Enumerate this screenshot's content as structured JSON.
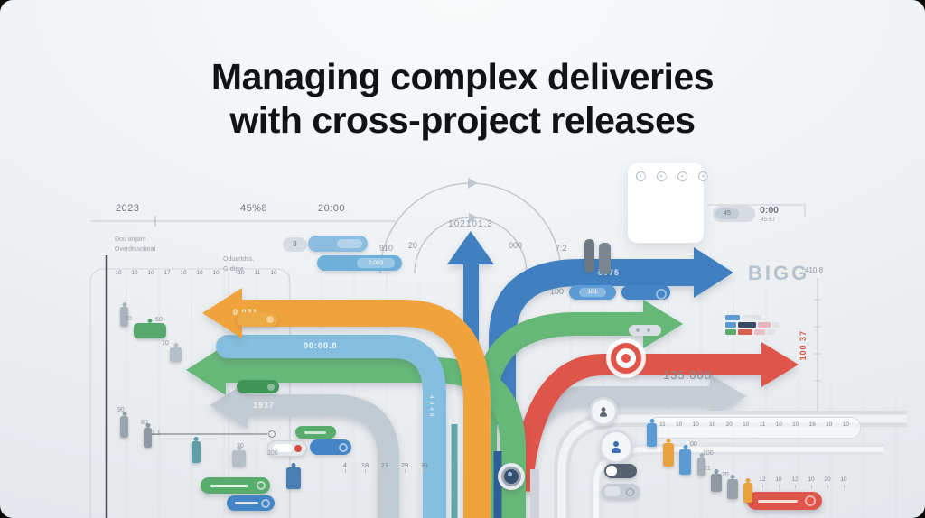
{
  "title": {
    "line1": "Managing complex deliveries",
    "line2": "with cross-project releases"
  },
  "topStats": {
    "s1": "2023",
    "s2": "45%8",
    "s3": "20:00"
  },
  "notes": {
    "n1a": "Dou argam",
    "n1b": "Overdtssolaral",
    "n2a": "Oduartdss,",
    "n2b": "Grdtjse"
  },
  "arc": {
    "label": "102101.3",
    "t0": "910",
    "t1": "20",
    "t2": "000",
    "t3": "7:2"
  },
  "ribbonLabels": {
    "orange": "0.031",
    "lightblue": "00:00.0",
    "grayLeft": "1937",
    "blueRight": "5075",
    "vertical": "4848"
  },
  "badges": {
    "chip8": "8",
    "cap2003": "2.003",
    "hundred": "100",
    "pill101": "101",
    "timerBadge": "45",
    "timerValue": "0:00",
    "timerSub": "45.67",
    "big": "BIGG",
    "rightTop": "410.8",
    "rightVertical": "100 37",
    "redValue": "135.008"
  },
  "legend": {
    "items": [
      {
        "color": "#eaa83e"
      },
      {
        "color": "#bcc5ce"
      },
      {
        "color": "#3f80c1"
      },
      {
        "color": "#e2574b"
      }
    ]
  },
  "rulers": {
    "topLeftA": [
      "10",
      "10",
      "10",
      "17",
      "10",
      "10",
      "10"
    ],
    "topLeftB": [
      "10",
      "11",
      "10"
    ],
    "bottomRight": [
      "11",
      "10",
      "10",
      "10",
      "20",
      "10",
      "11",
      "10",
      "10",
      "16",
      "10",
      "10"
    ],
    "bottomRight2": [
      "12",
      "10",
      "12",
      "10",
      "20",
      "10"
    ],
    "bottomLeft": [
      "4",
      "18",
      "21",
      "29",
      "31"
    ]
  },
  "stairs": {
    "s1": "10",
    "s2": "60",
    "s3": "10",
    "s4": "90",
    "s5": "80",
    "s6": "1.1",
    "s7": "20",
    "s8": "200",
    "s9": "00",
    "s10": "100",
    "s11": "21",
    "s12": "20"
  },
  "miniChart": {
    "row1": [
      {
        "color": "#5b9bd5",
        "w": 16
      },
      {
        "color": "#dfe3e7",
        "w": 22
      }
    ],
    "row2": [
      {
        "color": "#5b9bd5",
        "w": 12
      },
      {
        "color": "#3a4a66",
        "w": 20
      },
      {
        "color": "#e8b4c0",
        "w": 14
      },
      {
        "color": "#dfe3e7",
        "w": 8
      }
    ],
    "row3": [
      {
        "color": "#58ad6d",
        "w": 12
      },
      {
        "color": "#d95f55",
        "w": 16
      },
      {
        "color": "#e8c0c8",
        "w": 12
      },
      {
        "color": "#dfe3e7",
        "w": 10
      }
    ]
  },
  "colors": {
    "orange": "#f0a23c",
    "blue": "#3f80c1",
    "lightblue": "#85bede",
    "green": "#66b878",
    "red": "#e0544a",
    "gray": "#c2cad2",
    "grayDark": "#c6cdd4"
  }
}
